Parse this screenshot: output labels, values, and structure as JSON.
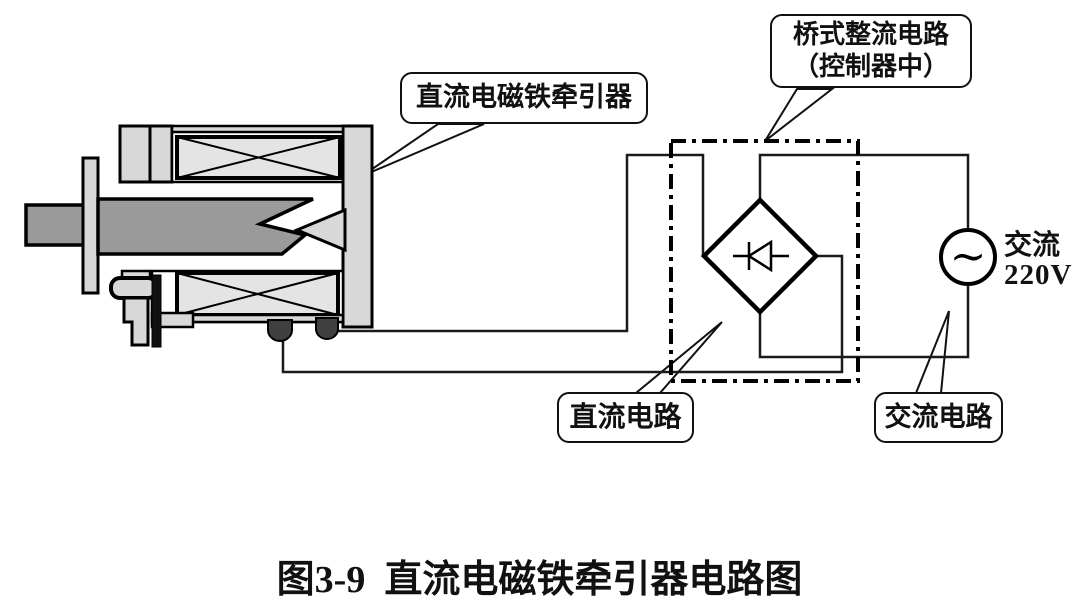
{
  "diagram": {
    "callouts": {
      "magnet": "直流电磁铁牵引器",
      "rectifier_line1": "桥式整流电路",
      "rectifier_line2": "（控制器中）",
      "dc_circuit": "直流电路",
      "ac_circuit": "交流电路"
    },
    "ac_source": {
      "label_line1": "交流",
      "label_line2": "220V",
      "symbol": "∼"
    },
    "caption": "图3-9  直流电磁铁牵引器电路图"
  },
  "colors": {
    "line": "#1a1a1a",
    "light_gray": "#d8d8d8",
    "coil_fill": "#e4e4e4",
    "dark_gray": "#9a9a9a",
    "terminal": "#404040",
    "background": "#ffffff"
  }
}
